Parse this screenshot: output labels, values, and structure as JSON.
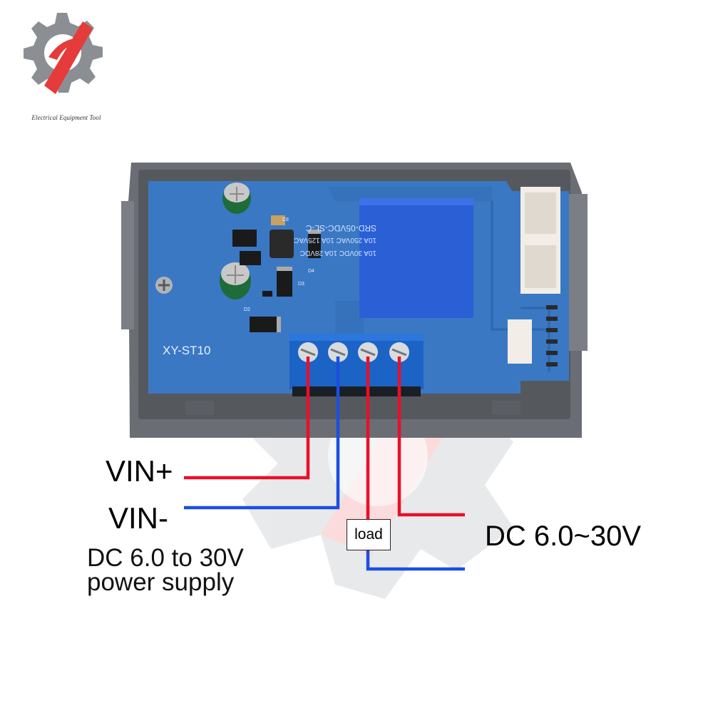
{
  "brand": {
    "caption": "Electrical Equipment Tool",
    "logo_icon": "gear-bolt-logo-icon"
  },
  "board": {
    "model_label": "XY-ST10",
    "relay_text": [
      "SRD-05VDC-SL-C",
      "10A 250VAC  10A 125VAC",
      "10A 30VDC  10A 28VDC"
    ],
    "component_labels": [
      "D4",
      "D3",
      "D2",
      "C8"
    ]
  },
  "labels": {
    "vin_plus": "VIN+",
    "vin_minus": "VIN-",
    "supply_line1": "DC 6.0 to 30V",
    "supply_line2": "power supply",
    "load": "load",
    "load_voltage": "DC 6.0~30V"
  },
  "colors": {
    "positive_wire": "#e8102a",
    "negative_wire": "#1a4fe0",
    "pcb": "#3a78c4",
    "relay": "#2a5fd6",
    "terminal_block": "#1c63c6",
    "case": "#6a6e74"
  }
}
